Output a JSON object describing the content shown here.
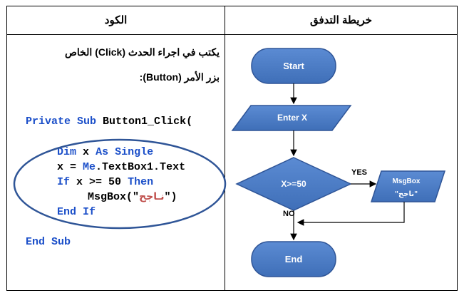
{
  "table": {
    "header_code": "الكود",
    "header_flowchart": "خريطة التدفق"
  },
  "instructions": {
    "line1": "يكتب في اجراء الحدث (Click) الخاص",
    "line2": "بزر الأمر (Button):"
  },
  "code": {
    "sub_open_kw": "Private Sub",
    "sub_open_name": "Button1_Click(",
    "dim_kw": "Dim",
    "dim_var": "x",
    "as_kw": "As",
    "single_kw": "Single",
    "assign_lhs": "x =",
    "me_kw": "Me",
    "assign_rhs": ".TextBox1.Text",
    "if_kw": "If",
    "if_cond": "x >= 50",
    "then_kw": "Then",
    "msgbox_fn": "MsgBox(\"",
    "msgbox_arabic": "نـاجح",
    "msgbox_close": "\")",
    "end_if": "End If",
    "end_sub": "End Sub"
  },
  "flowchart": {
    "start": "Start",
    "input": "Enter X",
    "decision": "X>=50",
    "yes_label": "YES",
    "no_label": "NO",
    "output_line1": "MsgBox",
    "output_line2": "\"ناجح\"",
    "end": "End",
    "colors": {
      "shape_fill": "#4a7bc4",
      "shape_stroke": "#2f5597",
      "text": "#ffffff",
      "arrow": "#000000",
      "highlight_ellipse": "#2f5597"
    }
  }
}
